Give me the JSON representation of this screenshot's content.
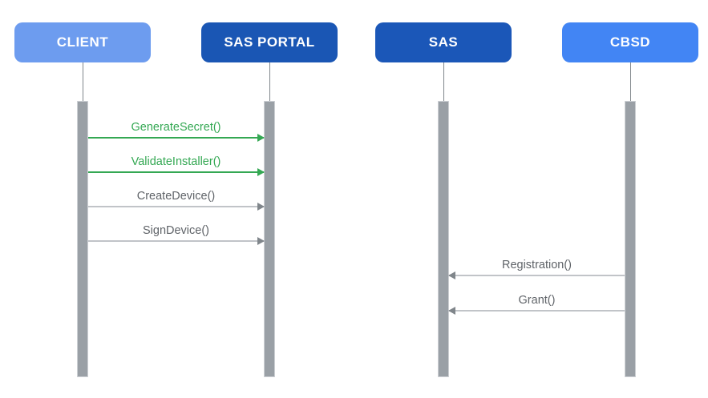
{
  "diagram": {
    "type": "sequence-diagram",
    "background_color": "#FFFFFF",
    "actors": [
      {
        "label": "CLIENT",
        "color": "#6D9CEF",
        "text_color": "#FFFFFF"
      },
      {
        "label": "SAS PORTAL",
        "color": "#1A56B4",
        "text_color": "#FFFFFF"
      },
      {
        "label": "SAS",
        "color": "#1B57B8",
        "text_color": "#FFFFFF"
      },
      {
        "label": "CBSD",
        "color": "#4285F4",
        "text_color": "#FFFFFF"
      }
    ],
    "lifeline_color": "#9AA0A6",
    "messages": [
      {
        "label": "GenerateSecret()",
        "from": "CLIENT",
        "to": "SAS PORTAL",
        "direction": "right",
        "color": "#34A853"
      },
      {
        "label": "ValidateInstaller()",
        "from": "CLIENT",
        "to": "SAS PORTAL",
        "direction": "right",
        "color": "#34A853"
      },
      {
        "label": "CreateDevice()",
        "from": "CLIENT",
        "to": "SAS PORTAL",
        "direction": "right",
        "color": "#9AA0A6"
      },
      {
        "label": "SignDevice()",
        "from": "CLIENT",
        "to": "SAS PORTAL",
        "direction": "right",
        "color": "#9AA0A6"
      },
      {
        "label": "Registration()",
        "from": "CBSD",
        "to": "SAS",
        "direction": "left",
        "color": "#9AA0A6"
      },
      {
        "label": "Grant()",
        "from": "CBSD",
        "to": "SAS",
        "direction": "left",
        "color": "#9AA0A6"
      }
    ]
  }
}
